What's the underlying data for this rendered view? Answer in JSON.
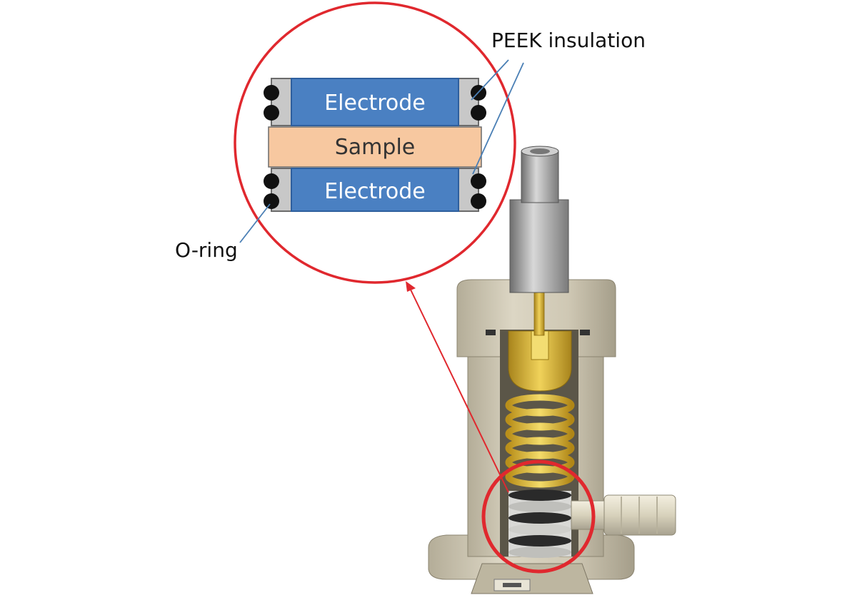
{
  "labels": {
    "peek": "PEEK insulation",
    "oring": "O-ring",
    "electrode_top": "Electrode",
    "sample": "Sample",
    "electrode_bottom": "Electrode"
  },
  "colors": {
    "magnifier_ring": "#e0282e",
    "electrode": "#4a80c2",
    "electrode_border": "#2e5f9e",
    "sample": "#f7c8a0",
    "peek": "#c8c8c8",
    "oring": "#111111",
    "leader_line": "#4a7fb5",
    "housing": "#cfc8b4",
    "spring": "#e7c84a",
    "connector": "#9a9a9a"
  },
  "icons": {
    "magnifier": "magnifier-circle",
    "cell": "sample-cell-cutaway"
  }
}
